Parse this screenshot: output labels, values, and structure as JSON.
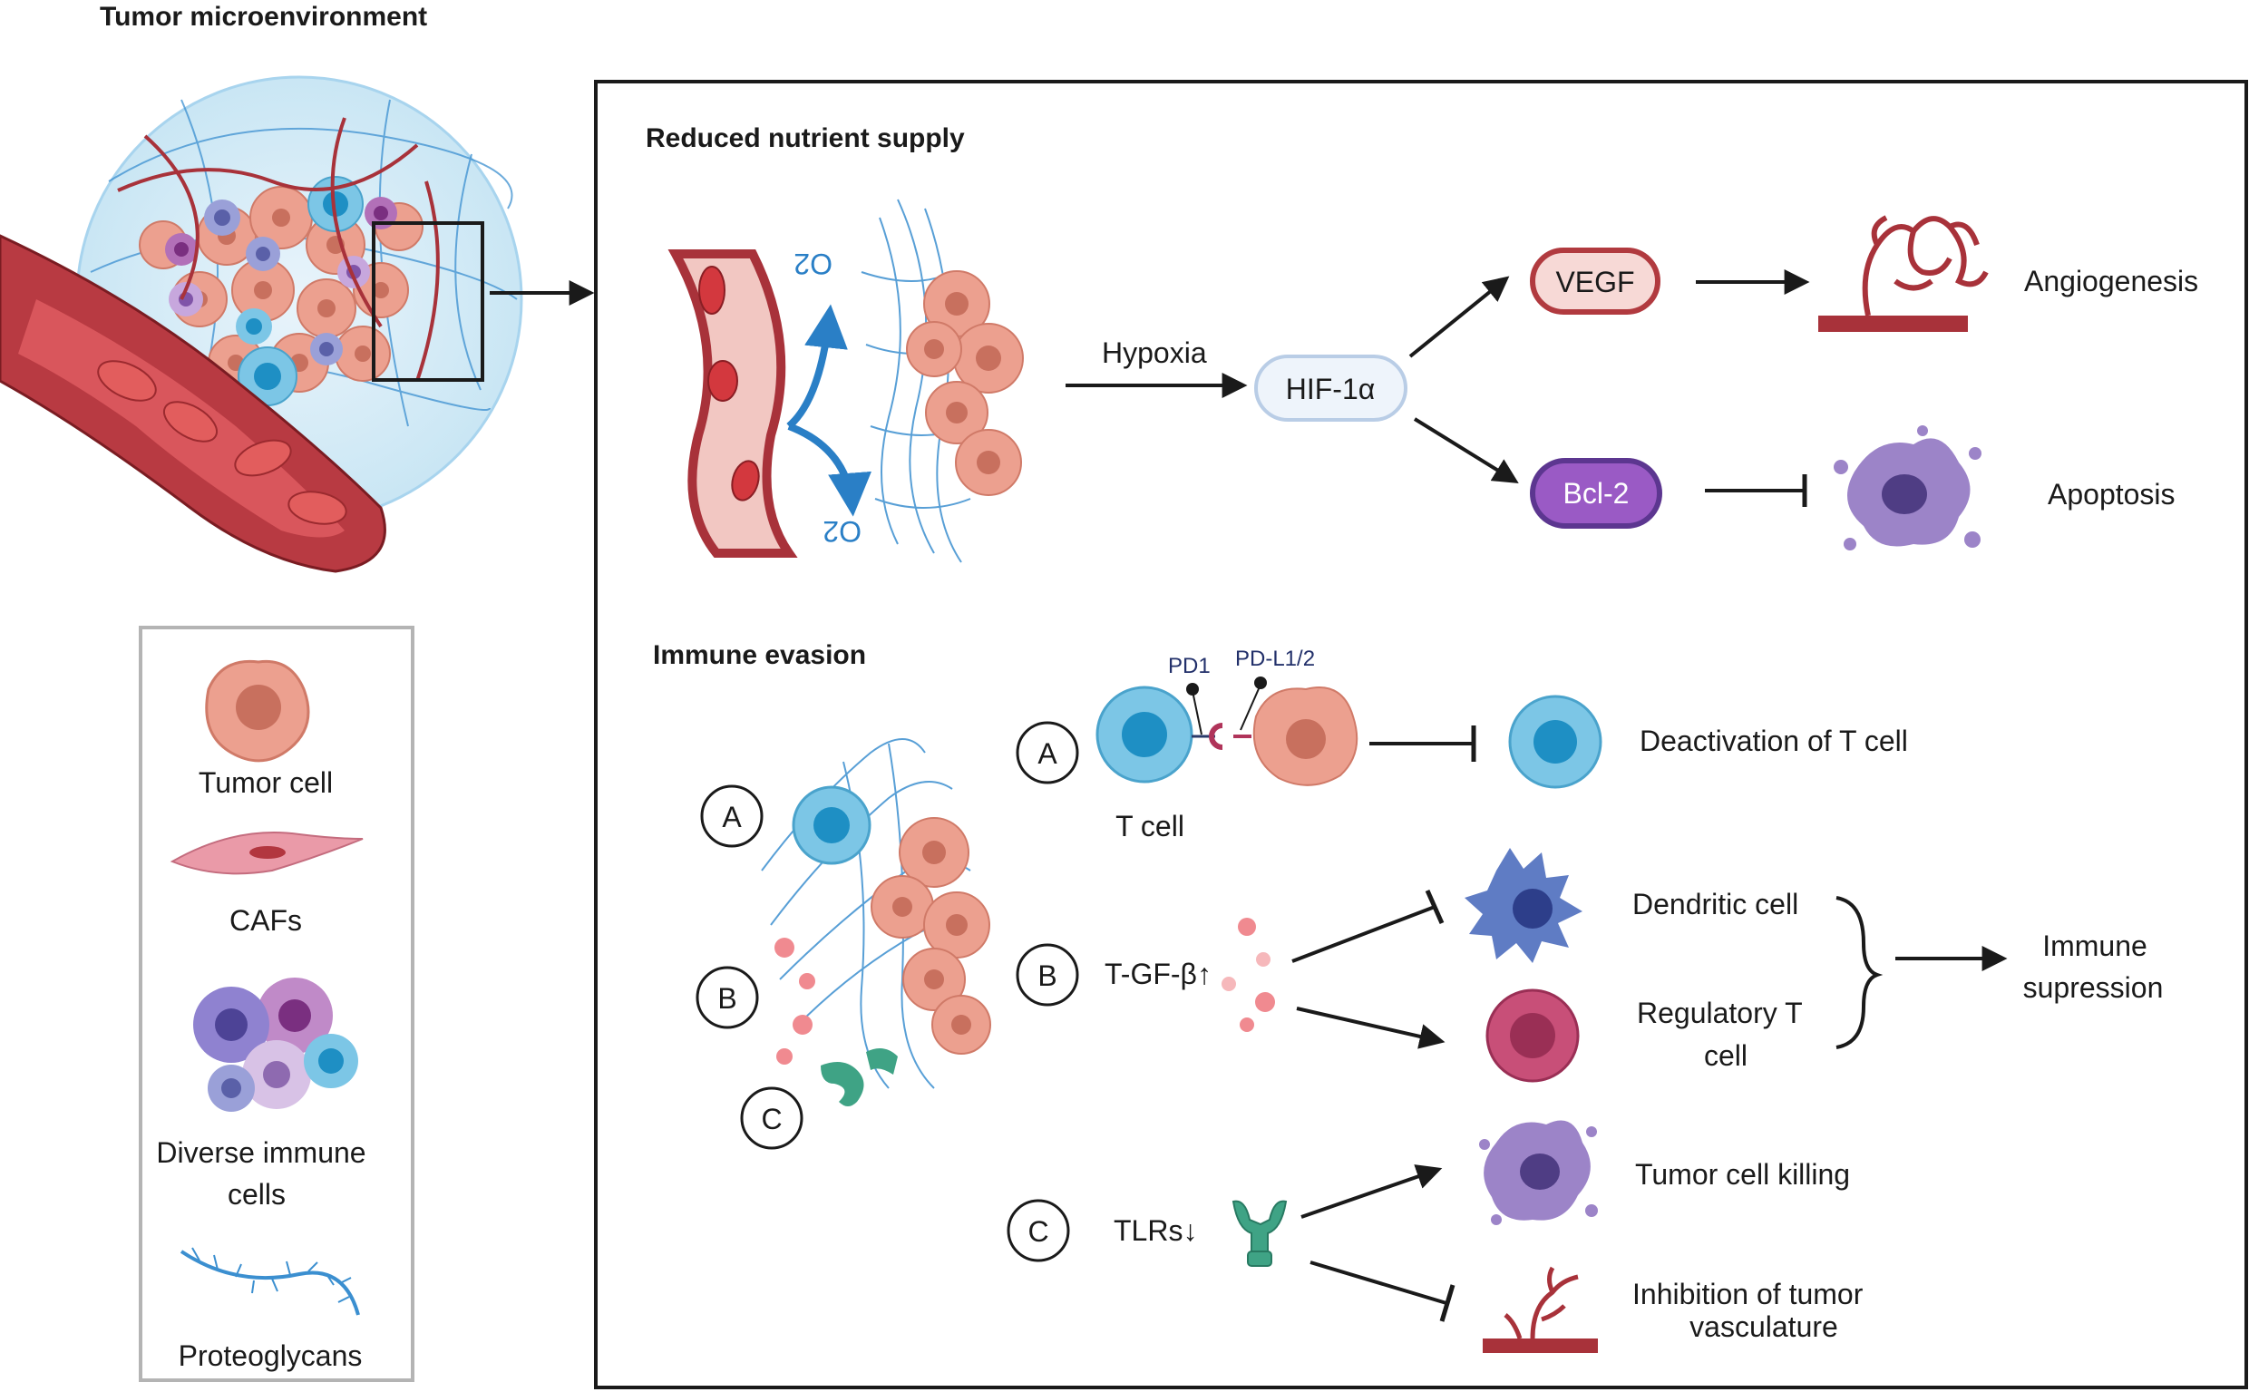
{
  "titles": {
    "tumor_microenvironment": "Tumor microenvironment",
    "reduced_nutrient_supply": "Reduced nutrient supply",
    "immune_evasion": "Immune evasion"
  },
  "legend": {
    "tumor_cell": "Tumor cell",
    "cafs": "CAFs",
    "immune_line1": "Diverse immune",
    "immune_line2": "cells",
    "proteoglycans": "Proteoglycans"
  },
  "nutrient": {
    "o2_top": "O2",
    "o2_bottom": "O2",
    "hypoxia": "Hypoxia",
    "hif": "HIF-1α",
    "vegf": "VEGF",
    "bcl2": "Bcl-2",
    "angiogenesis": "Angiogenesis",
    "apoptosis": "Apoptosis"
  },
  "evasion": {
    "label_a": "A",
    "label_b": "B",
    "label_c": "C",
    "pd1": "PD1",
    "pdl": "PD-L1/2",
    "tcell": "T cell",
    "deactivation": "Deactivation of T cell",
    "tgf": "T-GF-β↑",
    "dendritic": "Dendritic cell",
    "regulatory_line1": "Regulatory T",
    "regulatory_line2": "cell",
    "immune_line1": "Immune",
    "immune_line2": "supression",
    "tlrs": "TLRs↓",
    "killing": "Tumor cell killing",
    "inhibition_line1": "Inhibition of tumor",
    "inhibition_line2": "vasculature"
  },
  "colors": {
    "tumor": "#eca08f",
    "tumor_nucleus": "#c8705e",
    "tcell": "#7cc6e6",
    "tcell_nucleus": "#1e8fc4",
    "vessel": "#a8323a",
    "vessel_light": "#f2c7c2",
    "hif_fill": "#eef4fb",
    "hif_border": "#b9cde6",
    "vegf_fill": "#f7d9d6",
    "vegf_border": "#b13a3f",
    "bcl2_fill": "#9a5ac5",
    "bcl2_border": "#5c3690",
    "dendritic": "#5f7cc4",
    "regulatory": "#c84f78",
    "apoptotic": "#9c84c8",
    "receptor": "#3fa385",
    "proteoglycan": "#3b8fd0"
  }
}
